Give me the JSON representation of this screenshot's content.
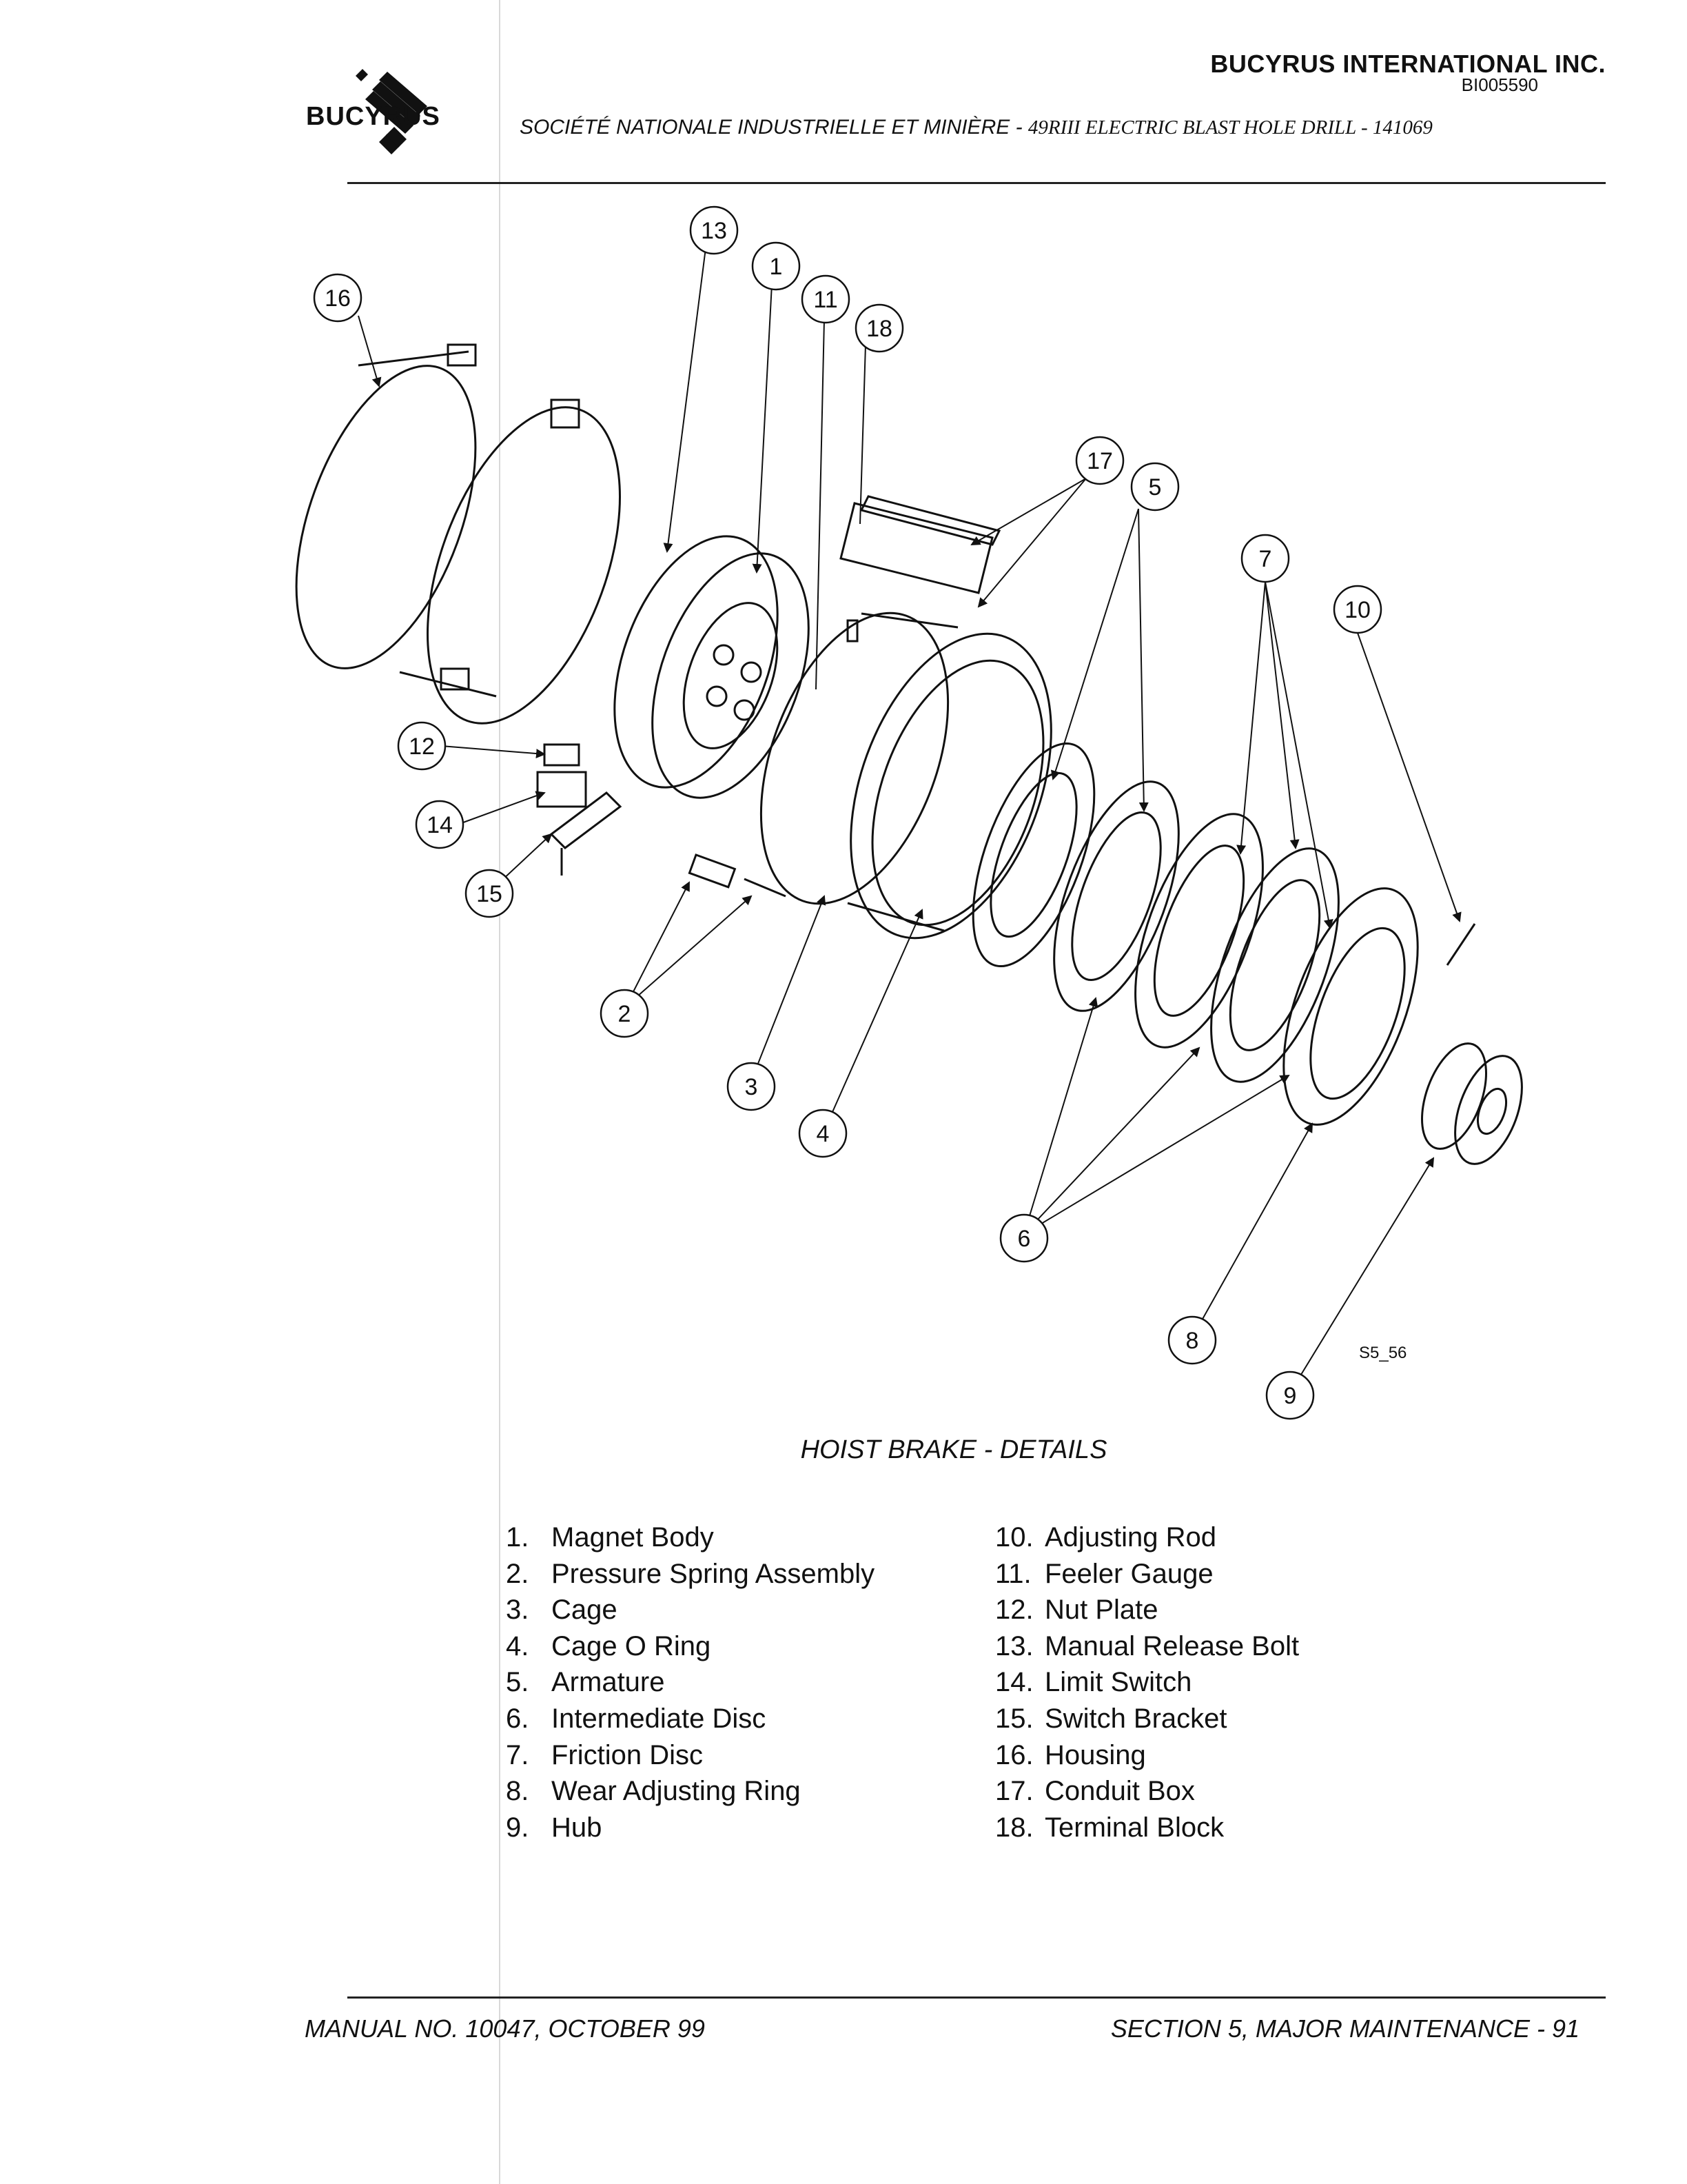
{
  "header": {
    "company": "BUCYRUS INTERNATIONAL INC.",
    "doc_id": "BI005590",
    "subtitle_main": "SOCIÉTÉ NATIONALE INDUSTRIELLE ET MINIÈRE - ",
    "subtitle_serif": "49RIII ELECTRIC BLAST HOLE DRILL - 141069",
    "logo_text": "BUCYRUS"
  },
  "figure": {
    "caption": "HOIST BRAKE - DETAILS",
    "ref": "S5_56",
    "callouts": [
      "1",
      "2",
      "3",
      "4",
      "5",
      "6",
      "7",
      "8",
      "9",
      "10",
      "11",
      "12",
      "13",
      "14",
      "15",
      "16",
      "17",
      "18"
    ]
  },
  "parts_left": [
    {
      "num": "1.",
      "name": "Magnet Body"
    },
    {
      "num": "2.",
      "name": "Pressure Spring Assembly"
    },
    {
      "num": "3.",
      "name": "Cage"
    },
    {
      "num": "4.",
      "name": "Cage O Ring"
    },
    {
      "num": "5.",
      "name": "Armature"
    },
    {
      "num": "6.",
      "name": "Intermediate Disc"
    },
    {
      "num": "7.",
      "name": "Friction Disc"
    },
    {
      "num": "8.",
      "name": "Wear Adjusting Ring"
    },
    {
      "num": "9.",
      "name": "Hub"
    }
  ],
  "parts_right": [
    {
      "num": "10.",
      "name": "Adjusting Rod"
    },
    {
      "num": "11.",
      "name": "Feeler Gauge"
    },
    {
      "num": "12.",
      "name": "Nut Plate"
    },
    {
      "num": "13.",
      "name": "Manual Release Bolt"
    },
    {
      "num": "14.",
      "name": "Limit Switch"
    },
    {
      "num": "15.",
      "name": "Switch Bracket"
    },
    {
      "num": "16.",
      "name": "Housing"
    },
    {
      "num": "17.",
      "name": "Conduit Box"
    },
    {
      "num": "18.",
      "name": "Terminal Block"
    }
  ],
  "footer": {
    "left": "MANUAL NO. 10047, OCTOBER 99",
    "right": "SECTION 5, MAJOR MAINTENANCE - 91"
  }
}
